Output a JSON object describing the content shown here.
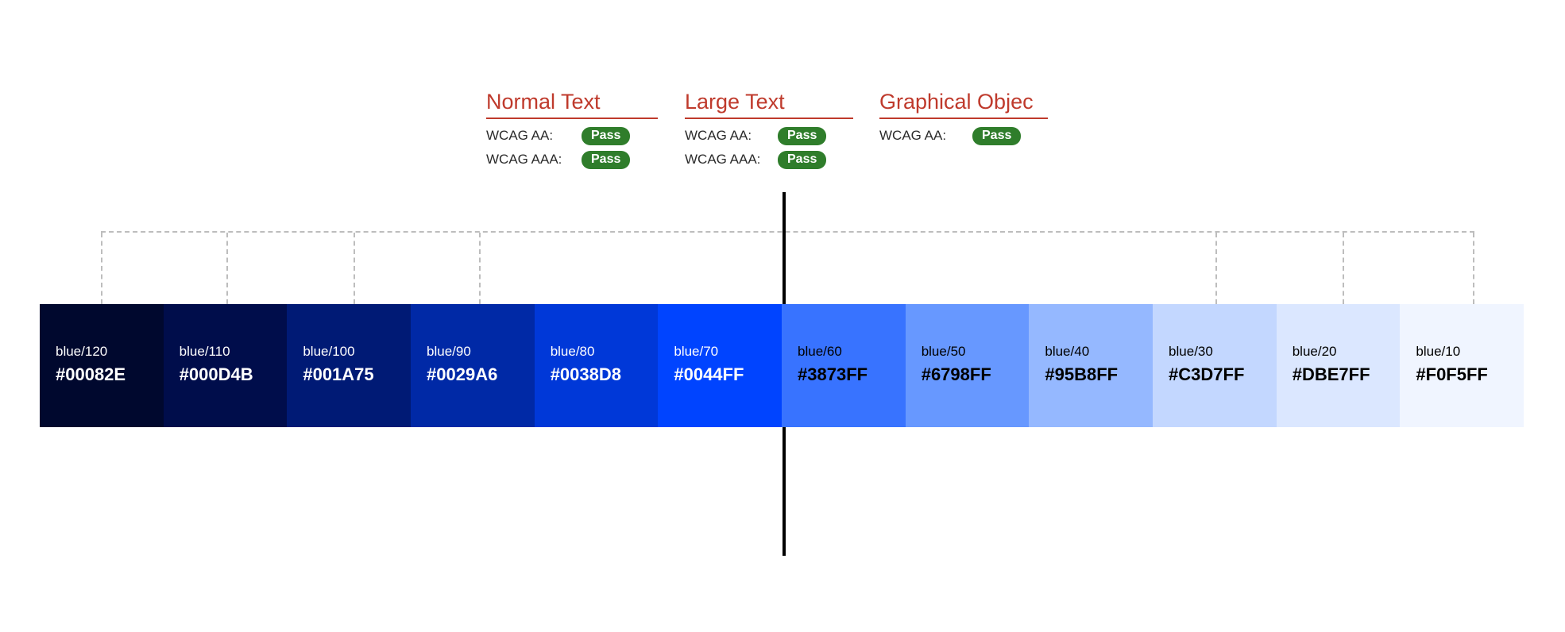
{
  "legend": {
    "groups": [
      {
        "title": "Normal Text",
        "rows": [
          {
            "label": "WCAG AA:",
            "result": "Pass"
          },
          {
            "label": "WCAG AAA:",
            "result": "Pass"
          }
        ]
      },
      {
        "title": "Large Text",
        "rows": [
          {
            "label": "WCAG AA:",
            "result": "Pass"
          },
          {
            "label": "WCAG AAA:",
            "result": "Pass"
          }
        ]
      },
      {
        "title": "Graphical Objec",
        "rows": [
          {
            "label": "WCAG AA:",
            "result": "Pass"
          }
        ]
      }
    ],
    "title_color": "#BF3A2C",
    "pass_color": "#2F7D2B",
    "pass_text_color": "#FFFFFF"
  },
  "guides": {
    "line_color": "#BDBDBD",
    "tick_offsets": [
      0,
      158,
      318,
      476,
      1403,
      1563,
      1727
    ]
  },
  "threshold": {
    "color": "#000000",
    "between": [
      "blue/70",
      "blue/60"
    ]
  },
  "palette": {
    "swatches": [
      {
        "name": "blue/120",
        "hex": "#00082E",
        "text_color": "#FFFFFF"
      },
      {
        "name": "blue/110",
        "hex": "#000D4B",
        "text_color": "#FFFFFF"
      },
      {
        "name": "blue/100",
        "hex": "#001A75",
        "text_color": "#FFFFFF"
      },
      {
        "name": "blue/90",
        "hex": "#0029A6",
        "text_color": "#FFFFFF"
      },
      {
        "name": "blue/80",
        "hex": "#0038D8",
        "text_color": "#FFFFFF"
      },
      {
        "name": "blue/70",
        "hex": "#0044FF",
        "text_color": "#FFFFFF"
      },
      {
        "name": "blue/60",
        "hex": "#3873FF",
        "text_color": "#000000"
      },
      {
        "name": "blue/50",
        "hex": "#6798FF",
        "text_color": "#000000"
      },
      {
        "name": "blue/40",
        "hex": "#95B8FF",
        "text_color": "#000000"
      },
      {
        "name": "blue/30",
        "hex": "#C3D7FF",
        "text_color": "#000000"
      },
      {
        "name": "blue/20",
        "hex": "#DBE7FF",
        "text_color": "#000000"
      },
      {
        "name": "blue/10",
        "hex": "#F0F5FF",
        "text_color": "#000000"
      }
    ]
  }
}
